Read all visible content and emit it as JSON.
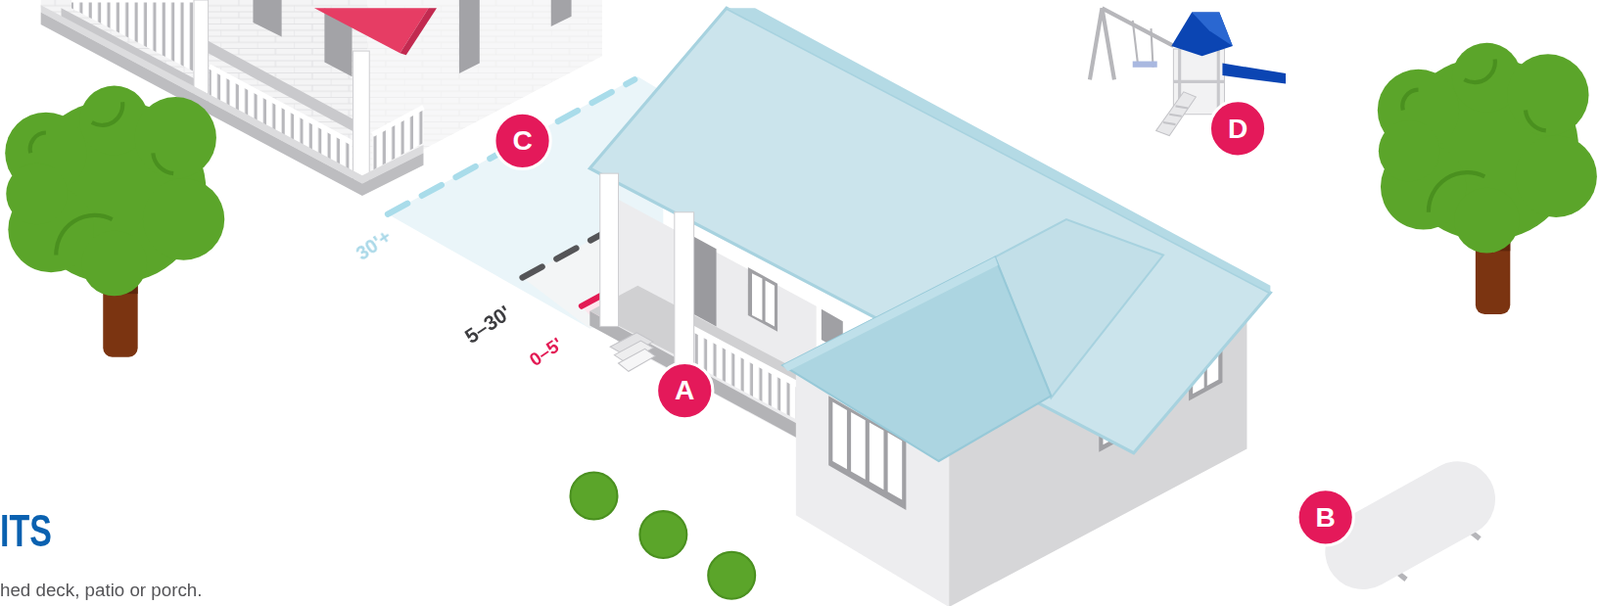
{
  "diagram": {
    "title": "ITS",
    "nodes": [
      {
        "text": [
          "C"
        ]
      },
      {
        "text": [
          "D"
        ]
      },
      {
        "text": [
          "A"
        ]
      },
      {
        "text": [
          "B"
        ]
      }
    ],
    "labels": [
      "30'+",
      "5–30'",
      "0–5'",
      "hed deck, patio or porch."
    ]
  }
}
